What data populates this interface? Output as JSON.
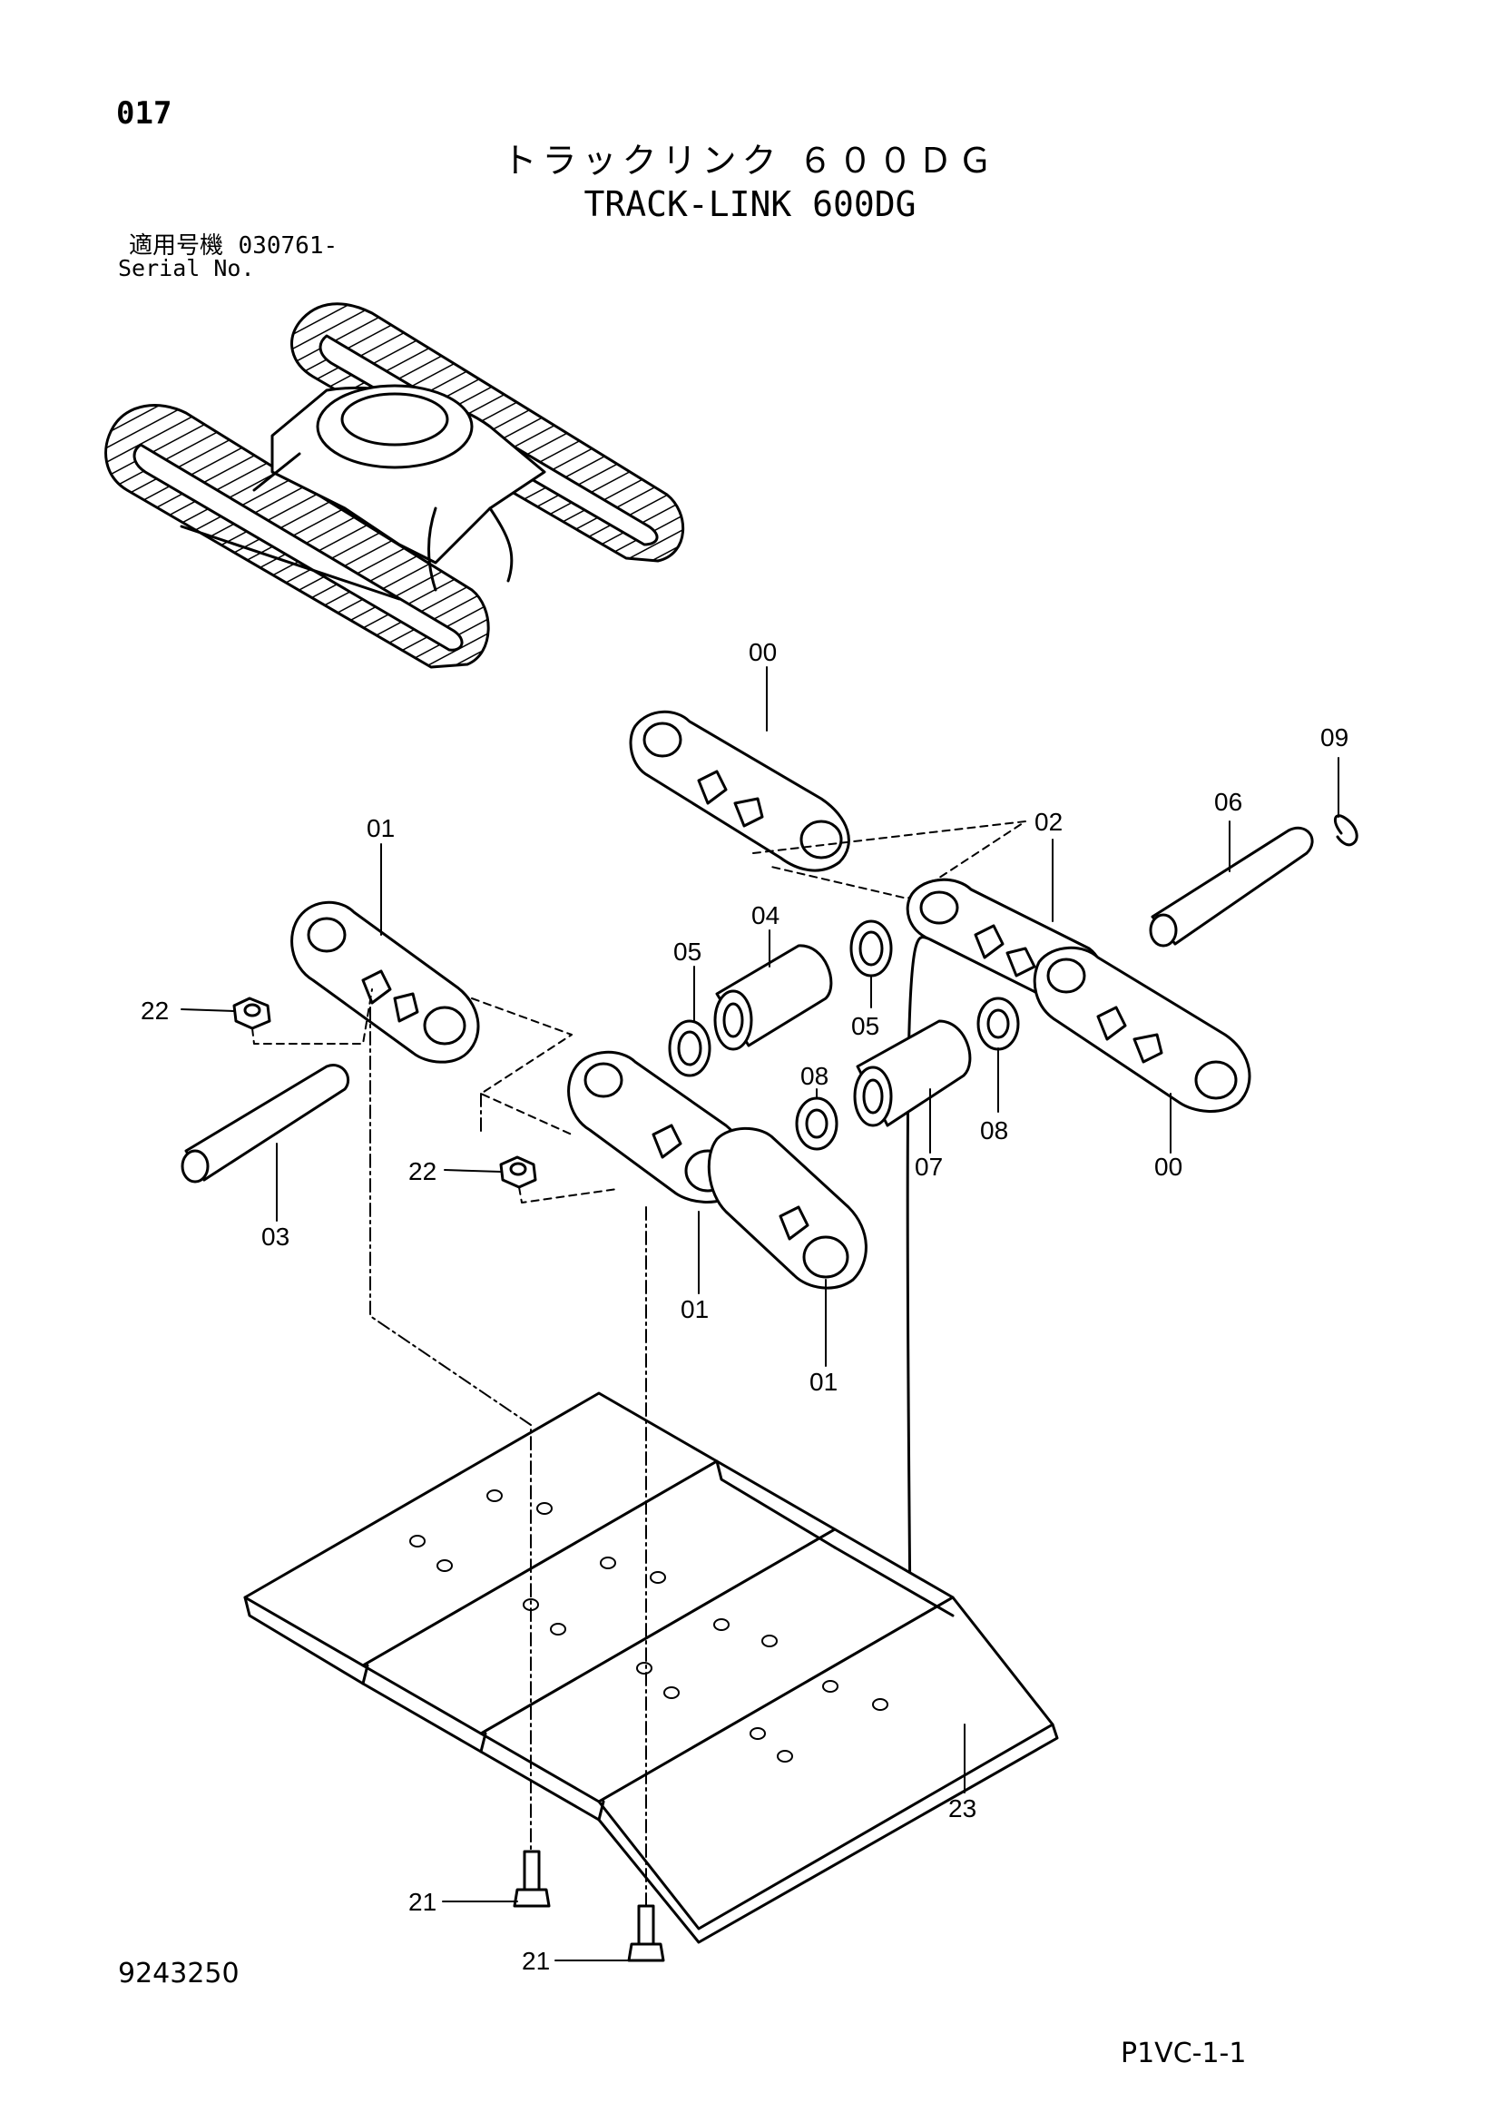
{
  "header": {
    "page_number": "017",
    "title_jp": "トラックリンク ６００ＤＧ",
    "title_en": "TRACK-LINK 600DG",
    "serial_label_jp": "適用号機",
    "serial_value": "030761-",
    "serial_label_en": "Serial No."
  },
  "footer": {
    "drawing_number": "9243250",
    "page_code": "P1VC-1-1"
  },
  "callouts": {
    "c00a": "00",
    "c00b": "00",
    "c01a": "01",
    "c01b": "01",
    "c01c": "01",
    "c02": "02",
    "c03": "03",
    "c04": "04",
    "c05a": "05",
    "c05b": "05",
    "c06": "06",
    "c07": "07",
    "c08a": "08",
    "c08b": "08",
    "c09": "09",
    "c21a": "21",
    "c21b": "21",
    "c22a": "22",
    "c22b": "22",
    "c23": "23"
  }
}
